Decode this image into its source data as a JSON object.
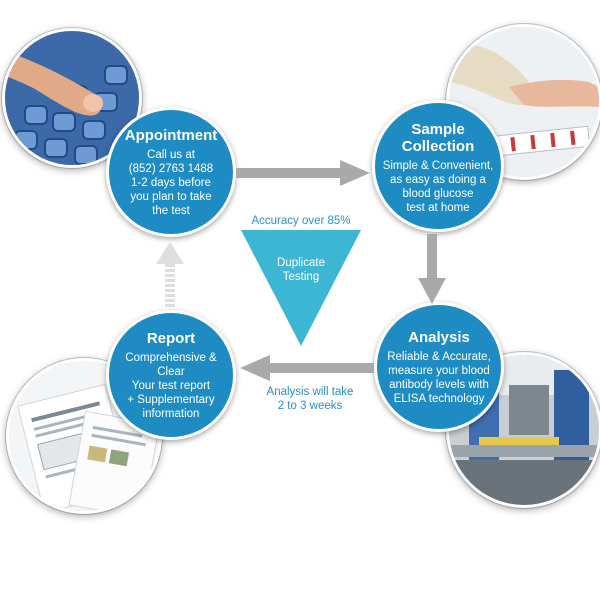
{
  "colors": {
    "step_circle": "#1e8cc2",
    "arrow": "#a7a9ab",
    "triangle": "#3db6d4",
    "caption_text": "#2c8fc4"
  },
  "steps": {
    "appointment": {
      "title": "Appointment",
      "description": "Call us at\n(852) 2763 1488\n1-2 days before\nyou plan to take\nthe test",
      "photo_icon": "phone-keypad-photo"
    },
    "sample_collection": {
      "title": "Sample\nCollection",
      "description": "Simple & Convenient,\nas easy as doing a\nblood glucose\ntest at home",
      "photo_icon": "finger-prick-photo"
    },
    "analysis": {
      "title": "Analysis",
      "description": "Reliable & Accurate,\nmeasure your blood\nantibody levels with\nELISA technology",
      "photo_icon": "lab-equipment-photo"
    },
    "report": {
      "title": "Report",
      "description": "Comprehensive &\nClear\nYour test report\n+  Supplementary\ninformation",
      "photo_icon": "report-documents-photo"
    }
  },
  "center": {
    "accuracy": "Accuracy over 85%",
    "triangle_label": "Duplicate\nTesting"
  },
  "analysis_time": "Analysis will take\n2 to 3 weeks"
}
